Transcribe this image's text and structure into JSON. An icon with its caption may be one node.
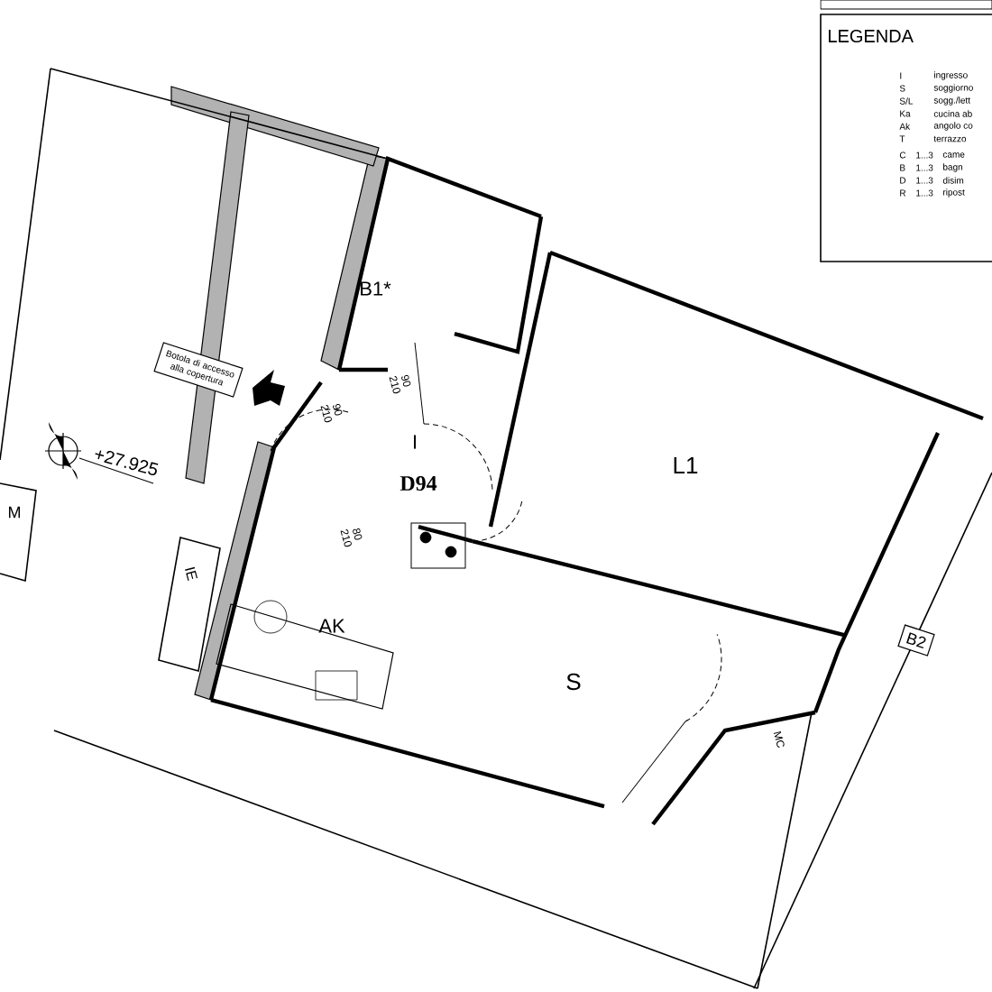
{
  "diagram": {
    "nodes": [
      {
        "text": [
          "Botola di accesso alla copertura"
        ]
      },
      {
        "text": [
          "B2"
        ]
      }
    ],
    "labels": [
      "LEGENDA",
      "I",
      "ingresso",
      "S",
      "soggiorno",
      "S/L",
      "sogg./lett",
      "Ka",
      "cucina ab",
      "Ak",
      "angolo co",
      "T",
      "terrazzo",
      "C",
      "1...3",
      "came",
      "B",
      "1...3",
      "bagn",
      "D",
      "1...3",
      "disim",
      "R",
      "1...3",
      "ripost",
      "B1*",
      "90 210",
      "90 210",
      "I",
      "D94",
      "L1",
      "80 210",
      "AK",
      "S",
      "MC",
      "IE",
      "M",
      "+27.925"
    ]
  }
}
